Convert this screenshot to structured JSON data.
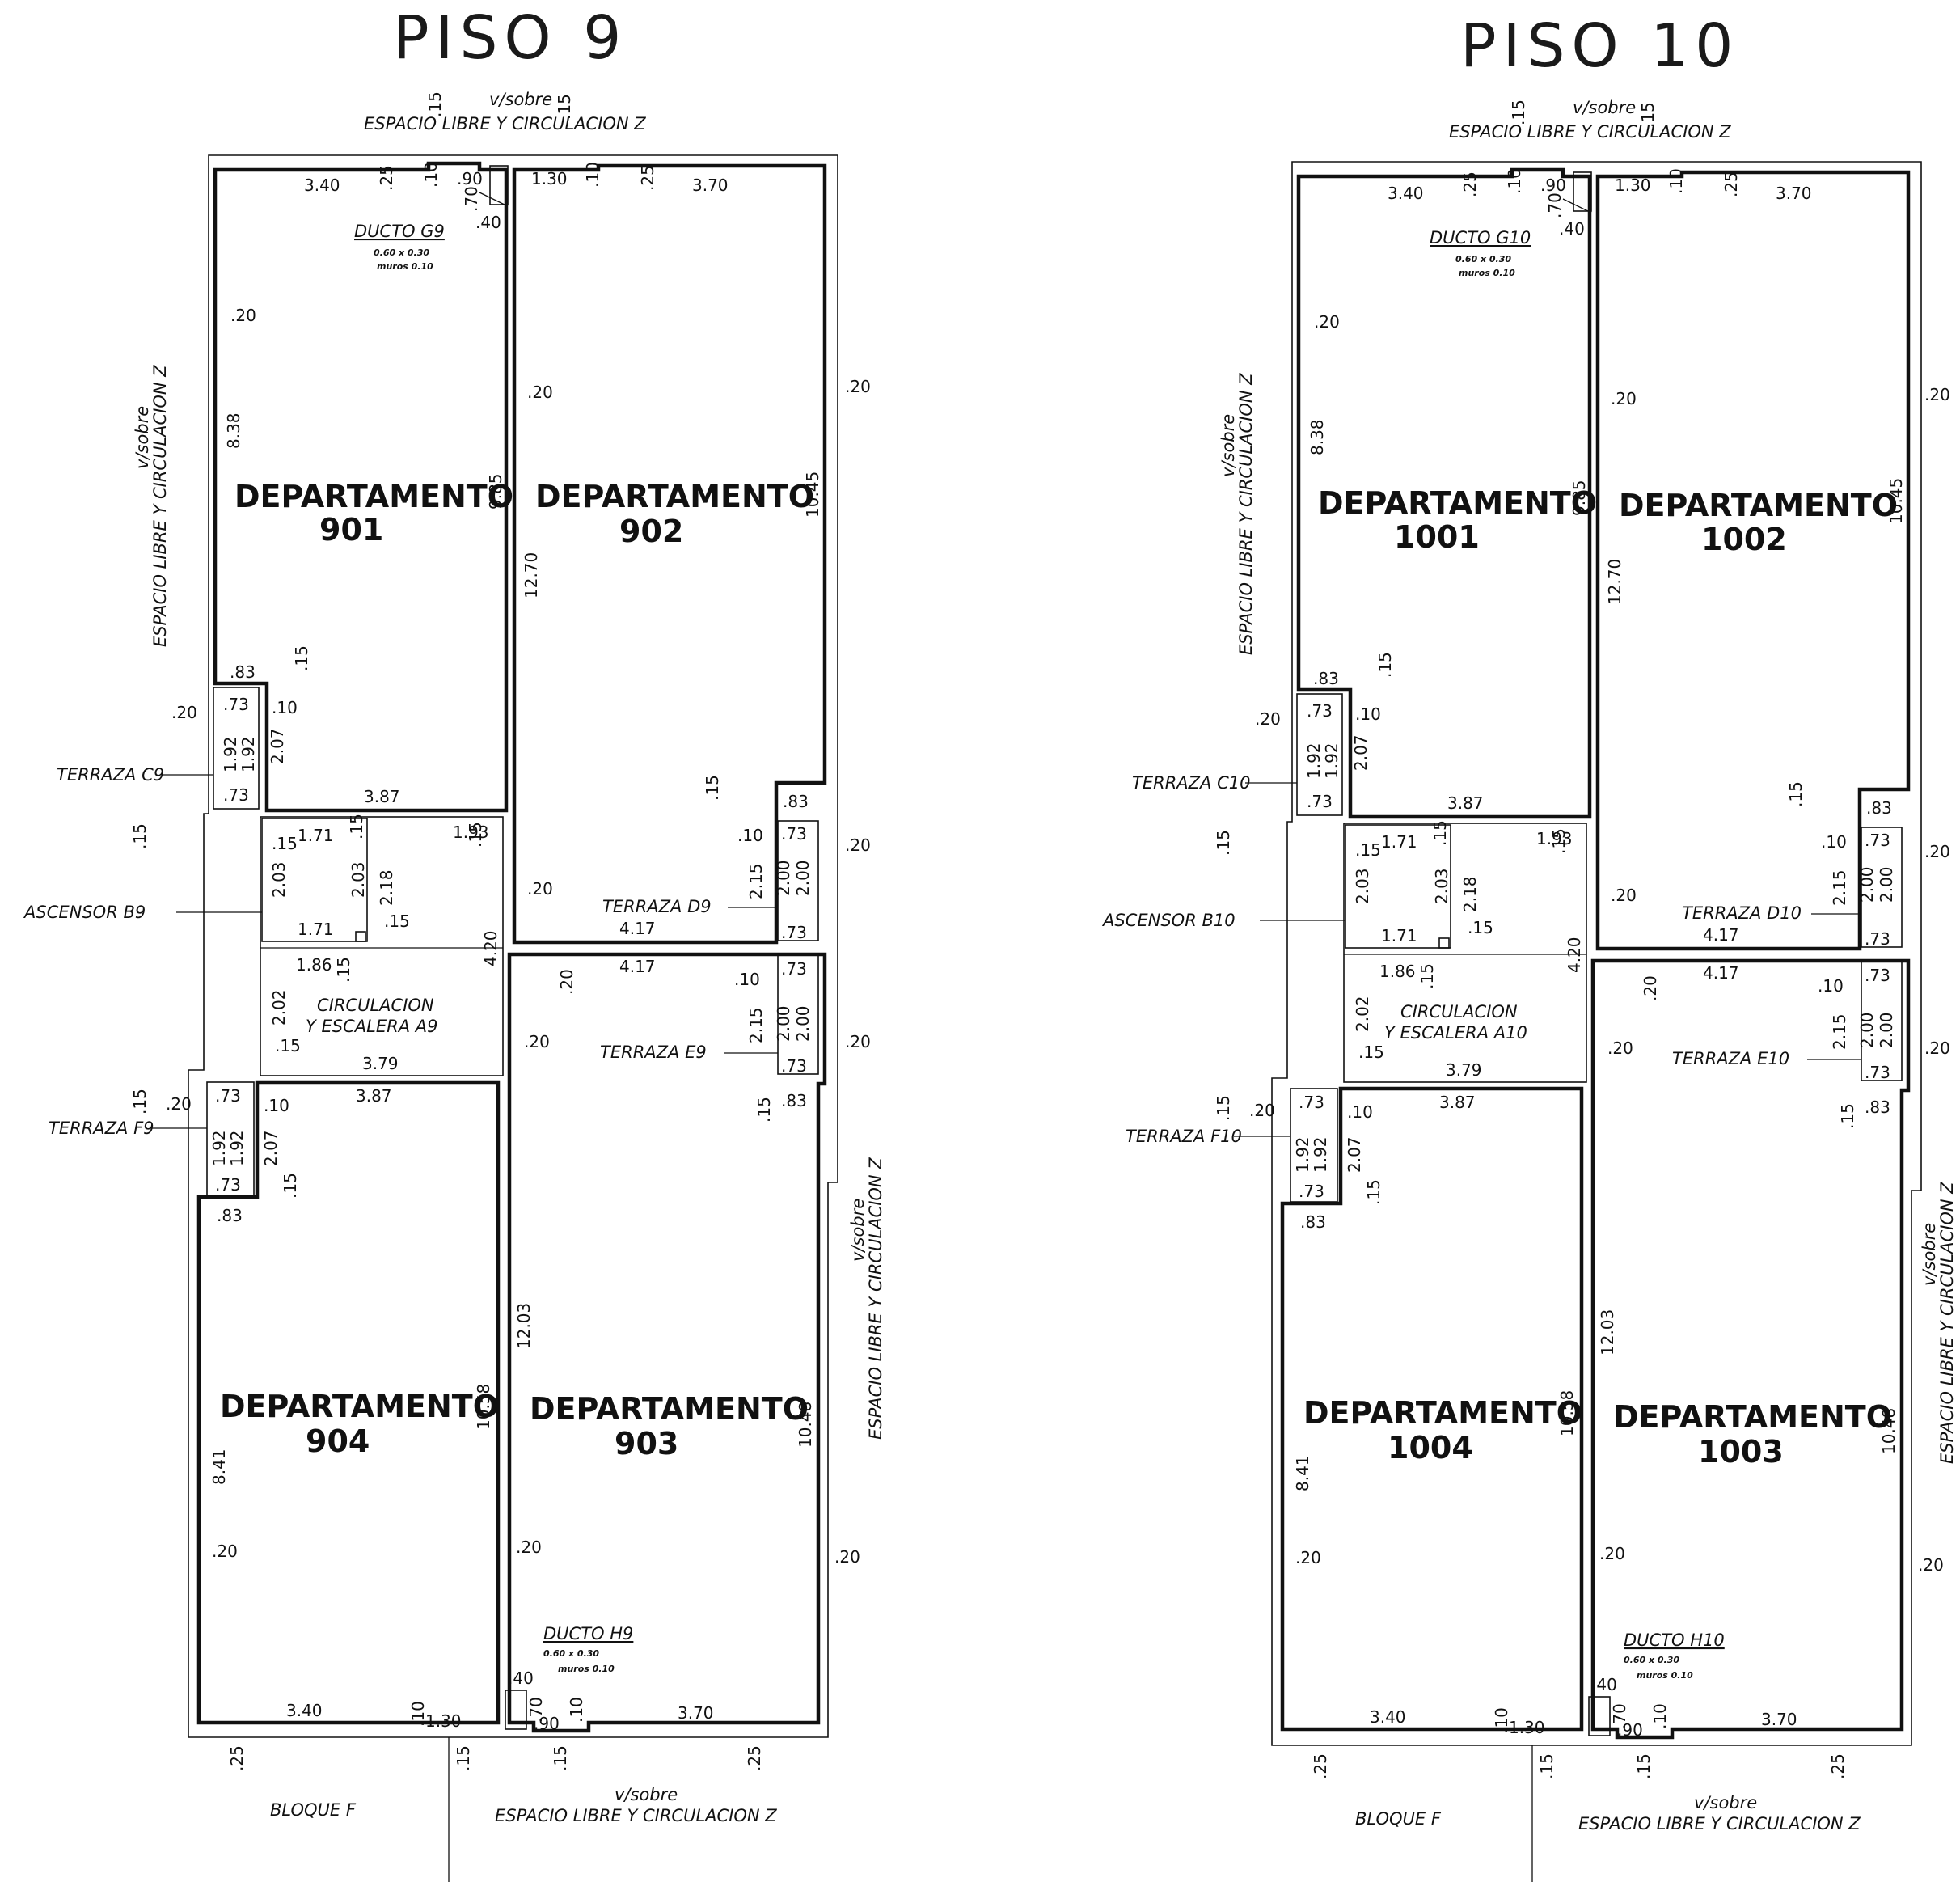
{
  "floors": [
    {
      "title": "PISO 9",
      "top_label": {
        "v": "v/sobre",
        "text": "ESPACIO LIBRE Y CIRCULACION Z"
      },
      "bottom_label": {
        "v": "v/sobre",
        "text": "ESPACIO LIBRE Y CIRCULACION Z"
      },
      "left_label": {
        "v": "v/sobre",
        "text": "ESPACIO LIBRE Y CIRCULACION Z"
      },
      "right_label": {
        "v": "v/sobre",
        "text": "ESPACIO LIBRE Y CIRCULACION Z"
      },
      "block_label": "BLOQUE F",
      "departments": [
        {
          "name": "DEPARTAMENTO",
          "number": "901"
        },
        {
          "name": "DEPARTAMENTO",
          "number": "902"
        },
        {
          "name": "DEPARTAMENTO",
          "number": "903"
        },
        {
          "name": "DEPARTAMENTO",
          "number": "904"
        }
      ],
      "spaces": {
        "terraza_c": "TERRAZA C9",
        "terraza_d": "TERRAZA D9",
        "terraza_e": "TERRAZA E9",
        "terraza_f": "TERRAZA F9",
        "ascensor": "ASCENSOR B9",
        "circulacion_1": "CIRCULACION",
        "circulacion_2": "Y ESCALERA A9",
        "ducto_g": "DUCTO G9",
        "ducto_h": "DUCTO H9",
        "ducto_size": "0.60 x 0.30",
        "ducto_walls": "muros 0.10"
      }
    },
    {
      "title": "PISO 10",
      "top_label": {
        "v": "v/sobre",
        "text": "ESPACIO LIBRE Y CIRCULACION Z"
      },
      "bottom_label": {
        "v": "v/sobre",
        "text": "ESPACIO LIBRE Y CIRCULACION Z"
      },
      "left_label": {
        "v": "v/sobre",
        "text": "ESPACIO LIBRE Y CIRCULACION Z"
      },
      "right_label": {
        "v": "v/sobre",
        "text": "ESPACIO LIBRE Y CIRCULACION Z"
      },
      "block_label": "BLOQUE F",
      "departments": [
        {
          "name": "DEPARTAMENTO",
          "number": "1001"
        },
        {
          "name": "DEPARTAMENTO",
          "number": "1002"
        },
        {
          "name": "DEPARTAMENTO",
          "number": "1003"
        },
        {
          "name": "DEPARTAMENTO",
          "number": "1004"
        }
      ],
      "spaces": {
        "terraza_c": "TERRAZA C10",
        "terraza_d": "TERRAZA D10",
        "terraza_e": "TERRAZA E10",
        "terraza_f": "TERRAZA F10",
        "ascensor": "ASCENSOR B10",
        "circulacion_1": "CIRCULACION",
        "circulacion_2": "Y ESCALERA A10",
        "ducto_g": "DUCTO G10",
        "ducto_h": "DUCTO H10",
        "ducto_size": "0.60 x 0.30",
        "ducto_walls": "muros 0.10"
      }
    }
  ],
  "dimensions": {
    "d340": "3.40",
    "d25": ".25",
    "d10": ".10",
    "d90": ".90",
    "d70": ".70",
    "d40": ".40",
    "d130": "1.30",
    "d370": "3.70",
    "d20": ".20",
    "d838": "8.38",
    "d985": "9.85",
    "d1045": "10.45",
    "d1270": "12.70",
    "d83": ".83",
    "d15": ".15",
    "d73": ".73",
    "d192": "1.92",
    "d207": "2.07",
    "d387": "3.87",
    "d171": "1.71",
    "d193": "1.93",
    "d203": "2.03",
    "d218": "2.18",
    "d420": "4.20",
    "d186": "1.86",
    "d202": "2.02",
    "d379": "3.79",
    "d417": "4.17",
    "d215": "2.15",
    "d200": "2.00",
    "d1203": "12.03",
    "d1058": "10.58",
    "d1048": "10.48",
    "d841": "8.41"
  }
}
